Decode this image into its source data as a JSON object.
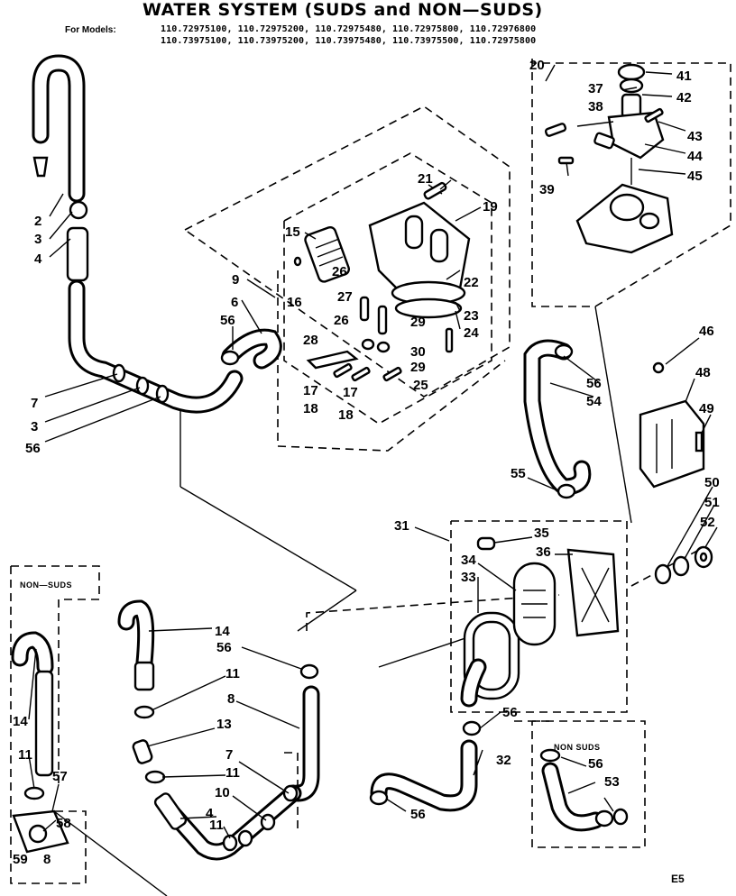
{
  "title": "WATER SYSTEM  (SUDS and NON—SUDS)",
  "models_label": "For Models:",
  "models_line1": "110.72975100, 110.72975200, 110.72975480, 110.72975800, 110.72976800",
  "models_line2": "110.73975100, 110.73975200, 110.73975480, 110.73975500, 110.72975800",
  "non_suds_label_left": "NON—SUDS",
  "non_suds_label_right": "NON SUDS",
  "footer_code": "E5",
  "part_numbers": [
    "2",
    "3",
    "4",
    "7",
    "3",
    "56",
    "9",
    "6",
    "56",
    "15",
    "16",
    "26",
    "27",
    "26",
    "28",
    "17",
    "18",
    "17",
    "18",
    "21",
    "19",
    "22",
    "23",
    "24",
    "29",
    "30",
    "29",
    "25",
    "20",
    "41",
    "37",
    "42",
    "38",
    "43",
    "44",
    "39",
    "45",
    "46",
    "48",
    "49",
    "56",
    "54",
    "55",
    "50",
    "51",
    "52",
    "31",
    "35",
    "34",
    "36",
    "33",
    "14",
    "56",
    "11",
    "8",
    "13",
    "11",
    "7",
    "10",
    "4",
    "11",
    "56",
    "32",
    "56",
    "53",
    "56",
    "14",
    "11",
    "57",
    "58",
    "59",
    "8"
  ]
}
